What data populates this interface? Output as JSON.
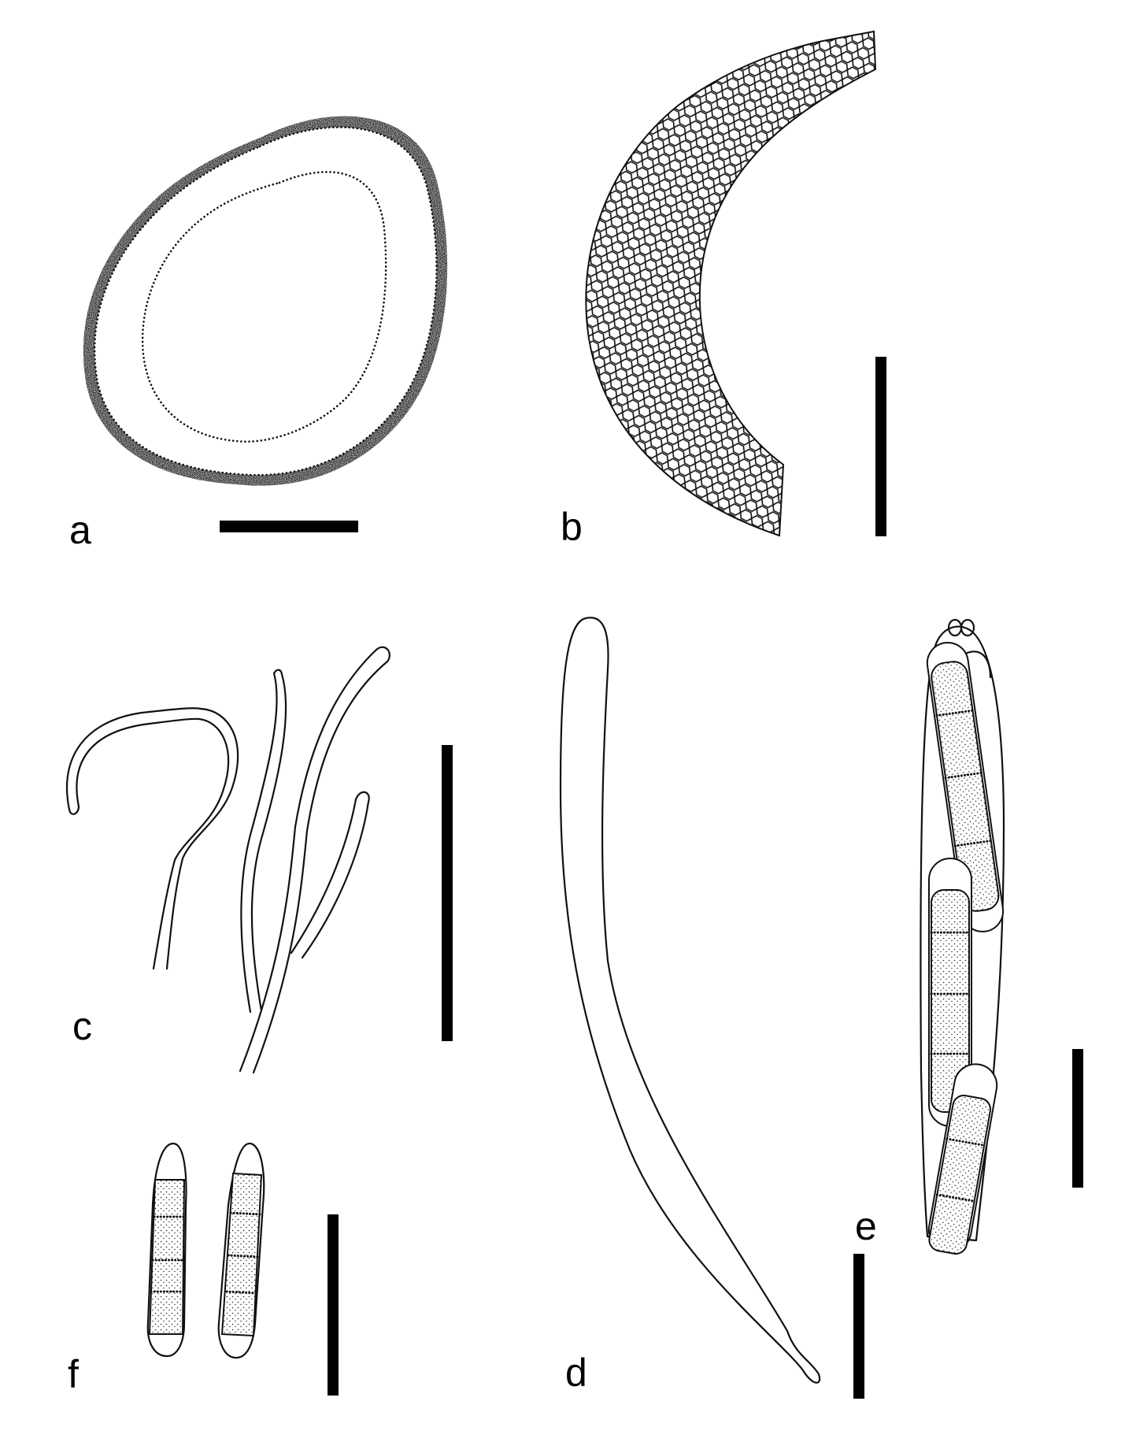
{
  "figure": {
    "background": "#ffffff",
    "ink": "#111111",
    "panels": [
      {
        "id": "a",
        "label": "a"
      },
      {
        "id": "b",
        "label": "b"
      },
      {
        "id": "c",
        "label": "c"
      },
      {
        "id": "d",
        "label": "d"
      },
      {
        "id": "e",
        "label": "e"
      },
      {
        "id": "f",
        "label": "f"
      }
    ]
  }
}
